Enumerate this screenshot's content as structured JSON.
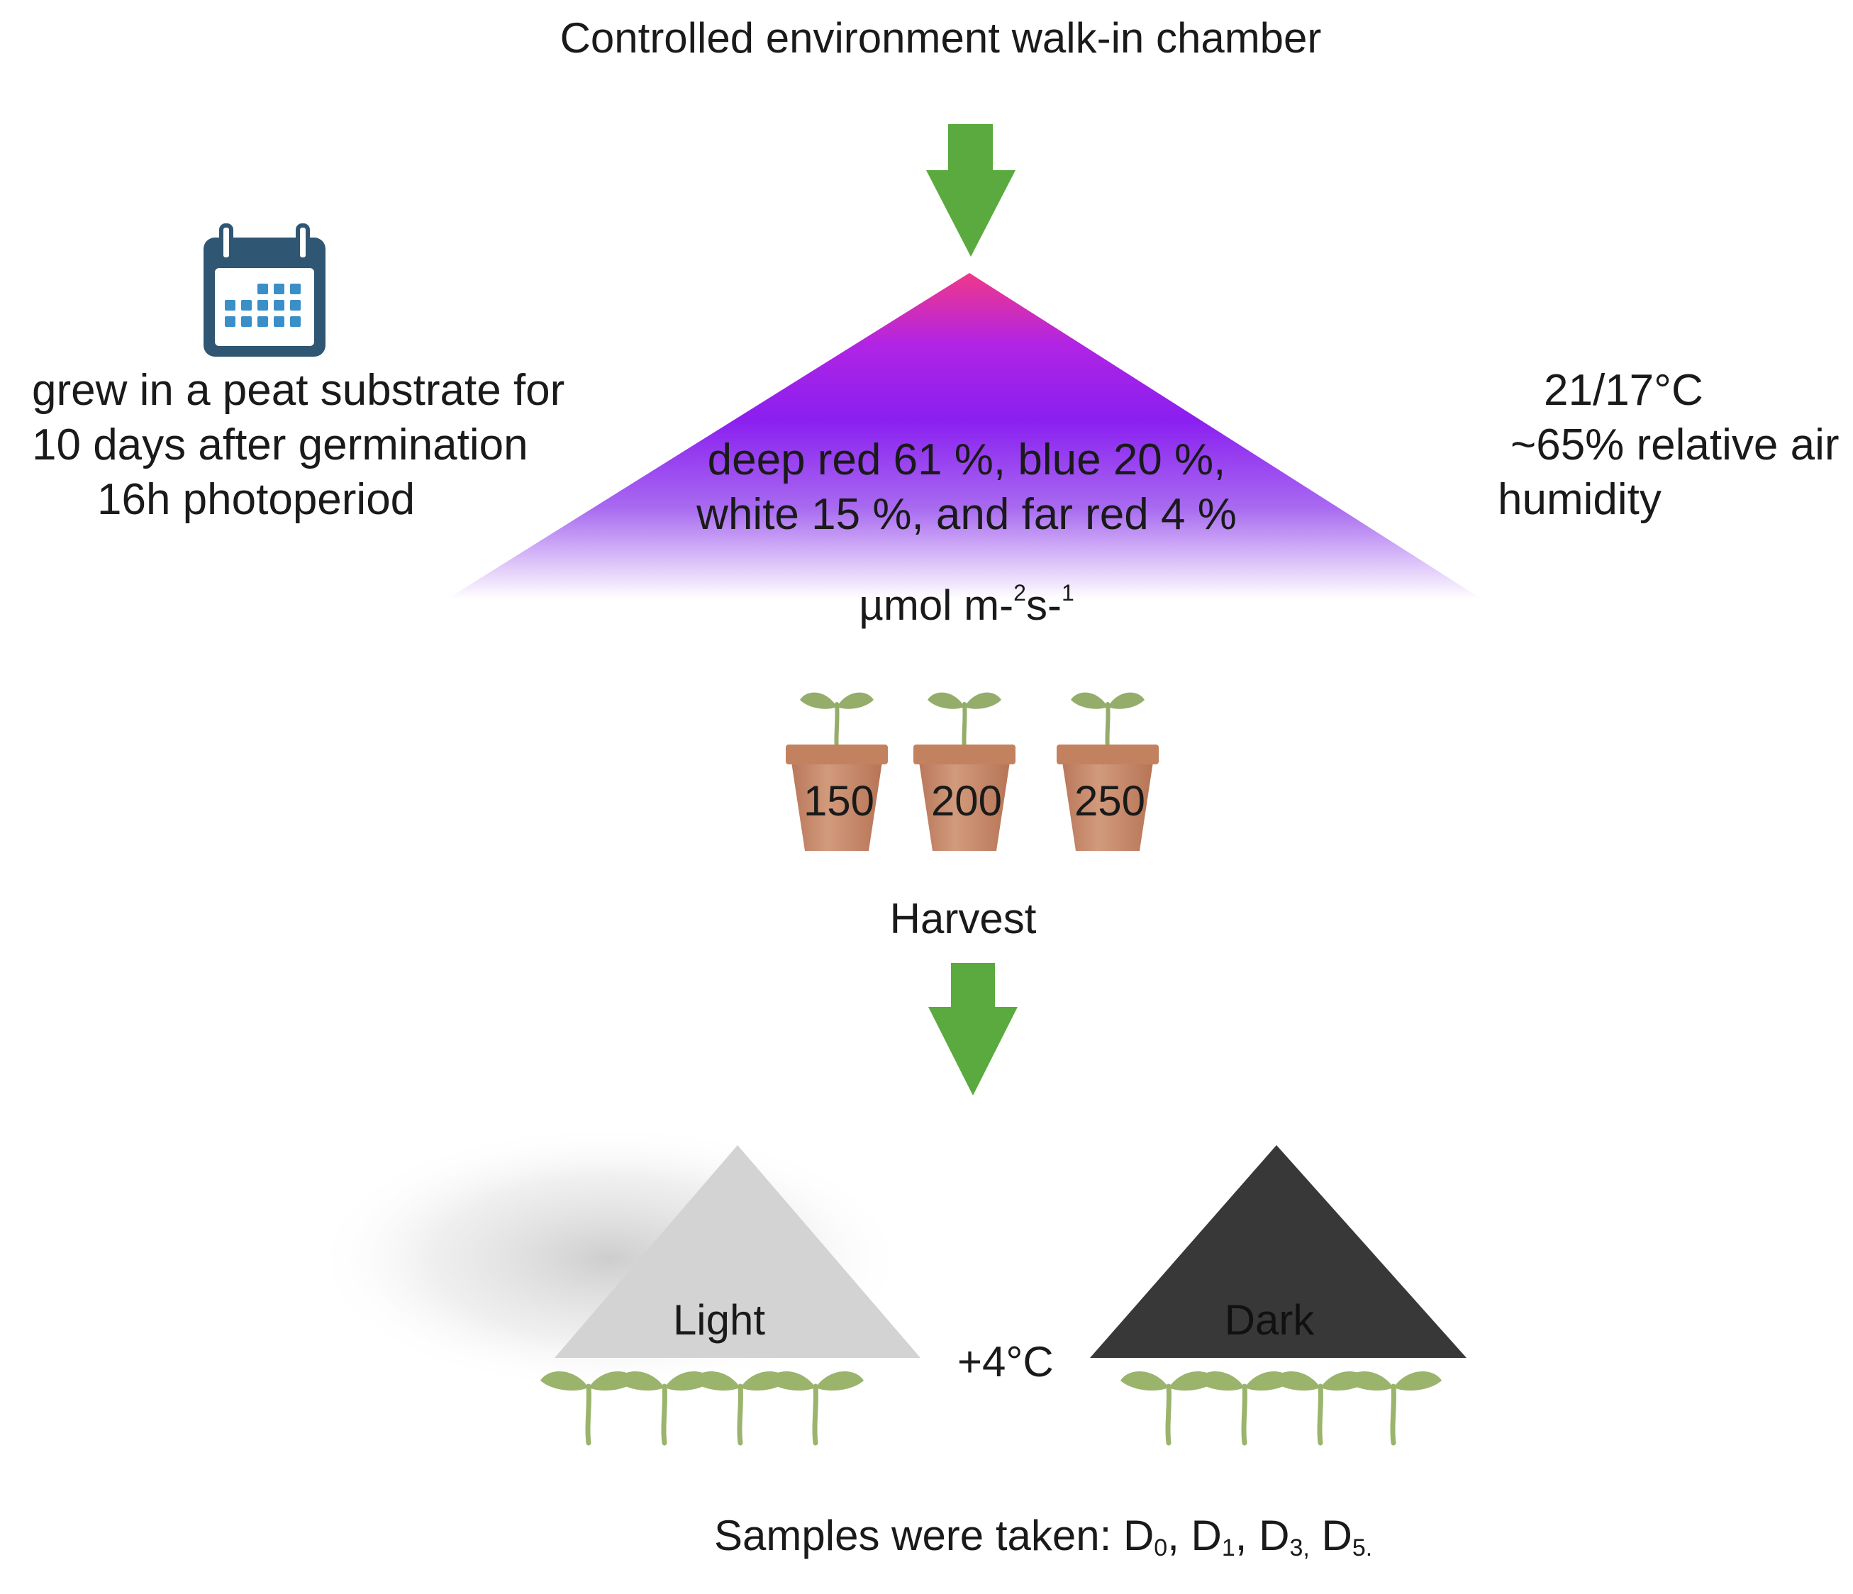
{
  "title": "Controlled environment walk-in chamber",
  "growth": {
    "line1": "grew in a peat substrate for",
    "line2": "10 days after germination",
    "line3": "16h photoperiod"
  },
  "climate": {
    "line1": "21/17°C",
    "line2": "~65% relative air",
    "line3": "humidity"
  },
  "light_spectrum": {
    "line1": "deep red 61 %, blue 20 %,",
    "line2": "white 15 %, and far red 4 %"
  },
  "intensity_unit": {
    "base": "µmol m-",
    "exp1": "2",
    "mid": "s-",
    "exp2": "1"
  },
  "pots": [
    {
      "label": "150"
    },
    {
      "label": "200"
    },
    {
      "label": "250"
    }
  ],
  "harvest_label": "Harvest",
  "storage": {
    "light_label": "Light",
    "dark_label": "Dark",
    "temperature": "+4°C"
  },
  "samples": {
    "prefix": "Samples were taken: D",
    "d0": "0",
    "sep1": ", D",
    "d1": "1",
    "sep2": ", D",
    "d3": "3,",
    "sep3": " D",
    "d5": "5."
  },
  "colors": {
    "arrow_green": "#5aaa3f",
    "triangle_top_pink": "#e8358f",
    "triangle_violet": "#8a1fee",
    "pot_terracotta": "#c98b6c",
    "sprout_green": "#9ab46c",
    "light_triangle": "#d3d3d3",
    "dark_triangle": "#383838",
    "calendar_dark": "#2f5672",
    "calendar_blue": "#3a8fc8"
  },
  "icons": [
    "calendar-icon",
    "down-arrow-icon",
    "pot-icon",
    "seedling-icon"
  ]
}
